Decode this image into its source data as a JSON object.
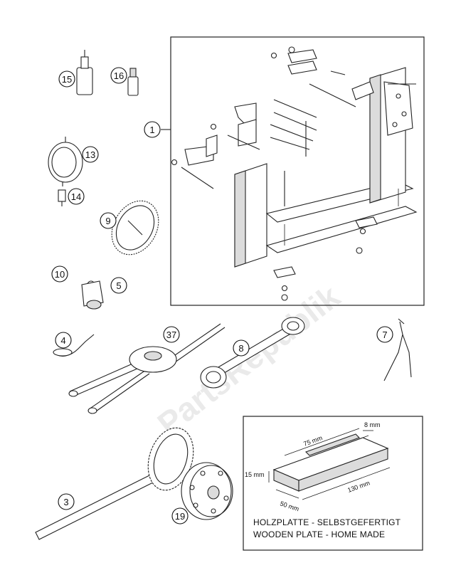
{
  "callouts": {
    "c1": "1",
    "c3": "3",
    "c4": "4",
    "c5": "5",
    "c7": "7",
    "c8": "8",
    "c9": "9",
    "c10": "10",
    "c13": "13",
    "c14": "14",
    "c15": "15",
    "c16": "16",
    "c19": "19",
    "c37": "37"
  },
  "wooden_plate": {
    "dim_length": "75 mm",
    "dim_slot": "8 mm",
    "dim_thickness": "15 mm",
    "dim_width": "50 mm",
    "dim_total": "130 mm",
    "caption_line1": "HOLZPLATTE - SELBSTGEFERTIGT",
    "caption_line2": "WOODEN PLATE - HOME MADE"
  },
  "watermark": "PartsRepublik"
}
